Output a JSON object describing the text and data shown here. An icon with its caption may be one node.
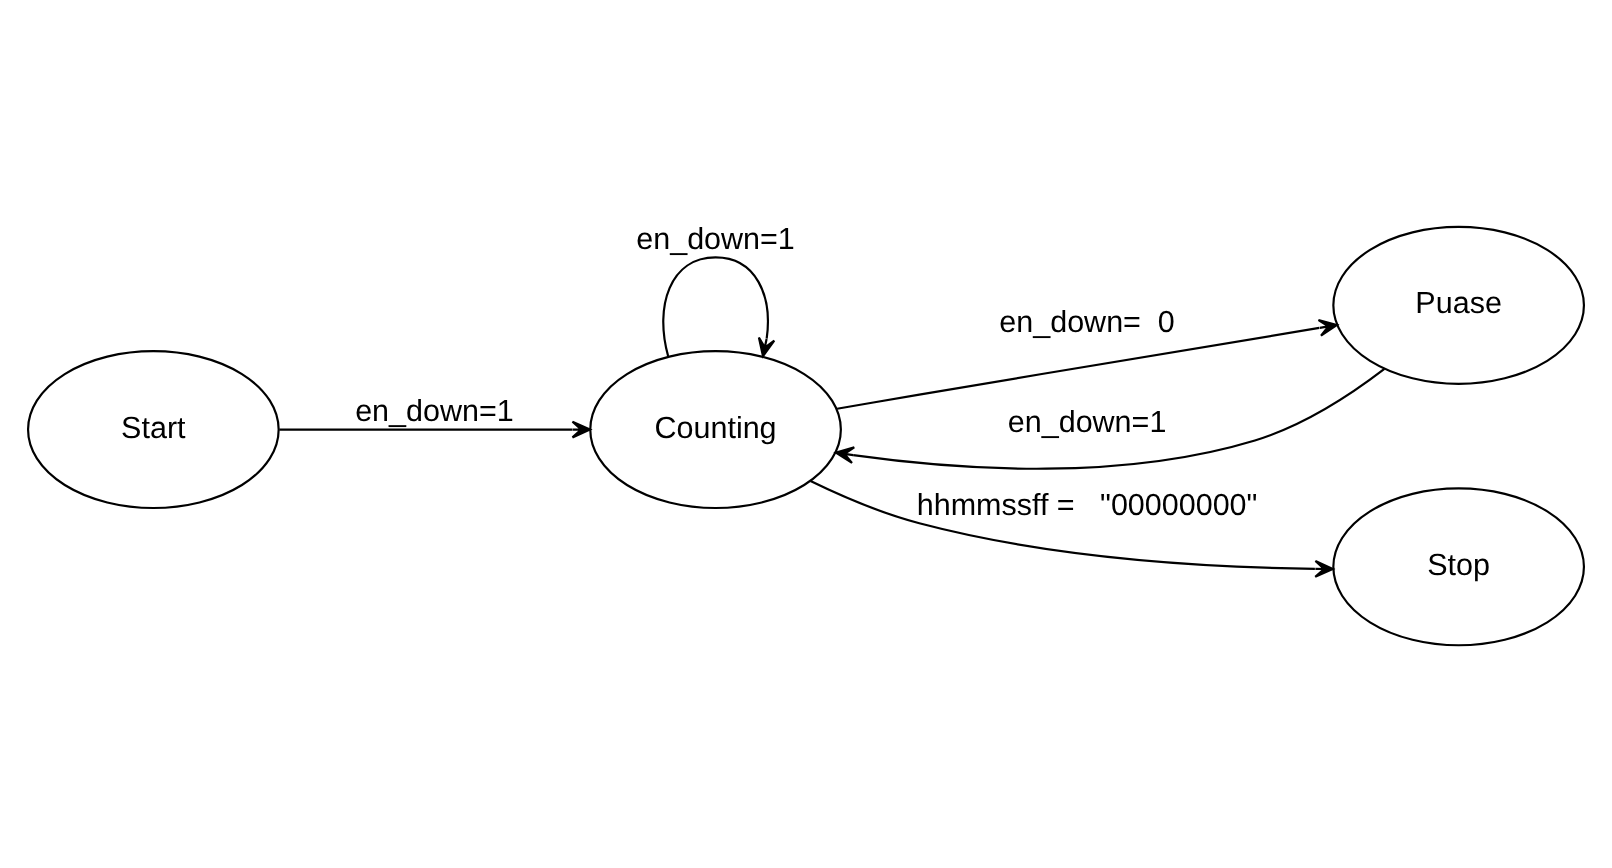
{
  "diagram": {
    "nodes": [
      {
        "text": [
          "Start"
        ]
      },
      {
        "text": [
          "Counting"
        ]
      },
      {
        "text": [
          "Puase"
        ]
      },
      {
        "text": [
          "Stop"
        ]
      }
    ],
    "edges": [
      {
        "from": 0,
        "to": 1,
        "arrow": "to",
        "label": "en_down=1"
      },
      {
        "from": 1,
        "to": 1,
        "arrow": "to",
        "label": "en_down=1"
      },
      {
        "from": 1,
        "to": 2,
        "arrow": "to",
        "label": "en_down=  0"
      },
      {
        "from": 2,
        "to": 1,
        "arrow": "to",
        "label": "en_down=1"
      },
      {
        "from": 1,
        "to": 3,
        "arrow": "to",
        "label": "hhmmssff =   \"00000000\""
      }
    ]
  }
}
